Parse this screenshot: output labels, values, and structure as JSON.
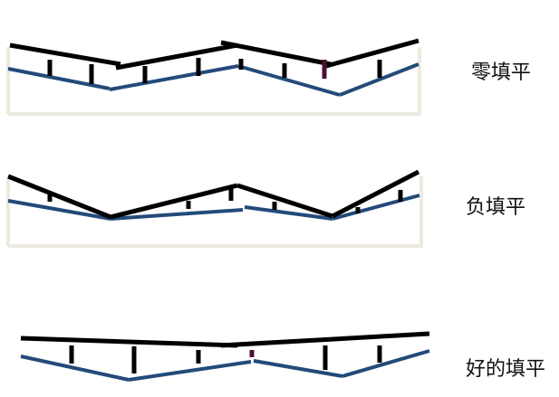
{
  "labels": {
    "zero": "零填平",
    "negative": "负填平",
    "good": "好的填平"
  },
  "colors": {
    "top_line": "#000000",
    "bottom_line": "#234a7a",
    "frame": "#ece9df",
    "highlight_post": "#4a1030",
    "background": "#ffffff"
  }
}
